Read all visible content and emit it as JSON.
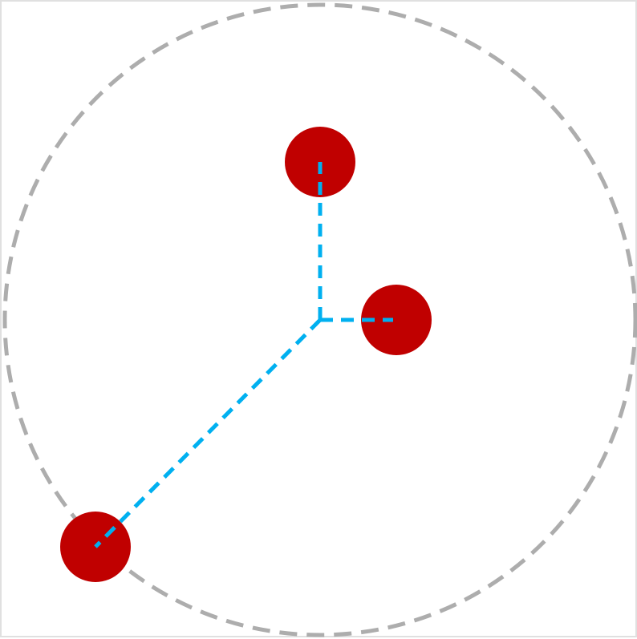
{
  "colors": {
    "outer_circle": "#adadad",
    "connector": "#00b0f0",
    "node": "#c00000",
    "border": "#e0e0e0"
  },
  "nodes": [
    {
      "id": "top"
    },
    {
      "id": "right"
    },
    {
      "id": "bottom-left"
    }
  ]
}
